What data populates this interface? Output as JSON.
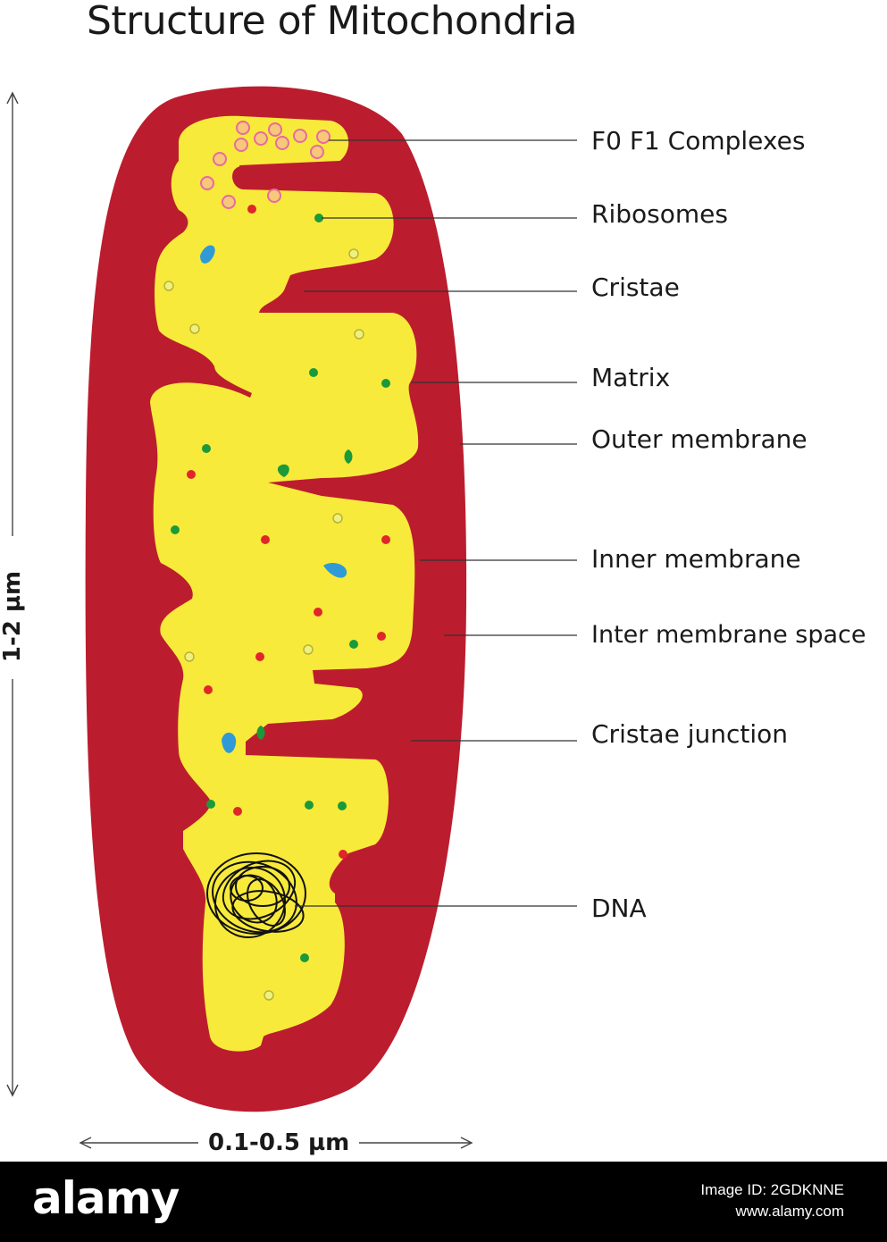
{
  "title": "Structure of Mitochondria",
  "labels": {
    "f0f1": "F0 F1 Complexes",
    "ribosomes": "Ribosomes",
    "cristae": "Cristae",
    "matrix": "Matrix",
    "outer_membrane": "Outer membrane",
    "inner_membrane": "Inner membrane",
    "inter_membrane_space": "Inter membrane space",
    "cristae_junction": "Cristae junction",
    "dna": "DNA"
  },
  "dimensions": {
    "height": "1-2 µm",
    "width": "0.1-0.5 µm"
  },
  "footer": {
    "brand": "alamy",
    "image_id": "Image ID: 2GDKNNE",
    "url": "www.alamy.com"
  },
  "colors": {
    "outer": "#bb1d2e",
    "matrix": "#f8ea3a",
    "ribosome_green": "#1a9a3a",
    "ribosome_red": "#e0262a",
    "granule": "#2f9ad6",
    "f0f1_fill": "#f7c77a",
    "f0f1_stroke": "#e76aa0"
  }
}
